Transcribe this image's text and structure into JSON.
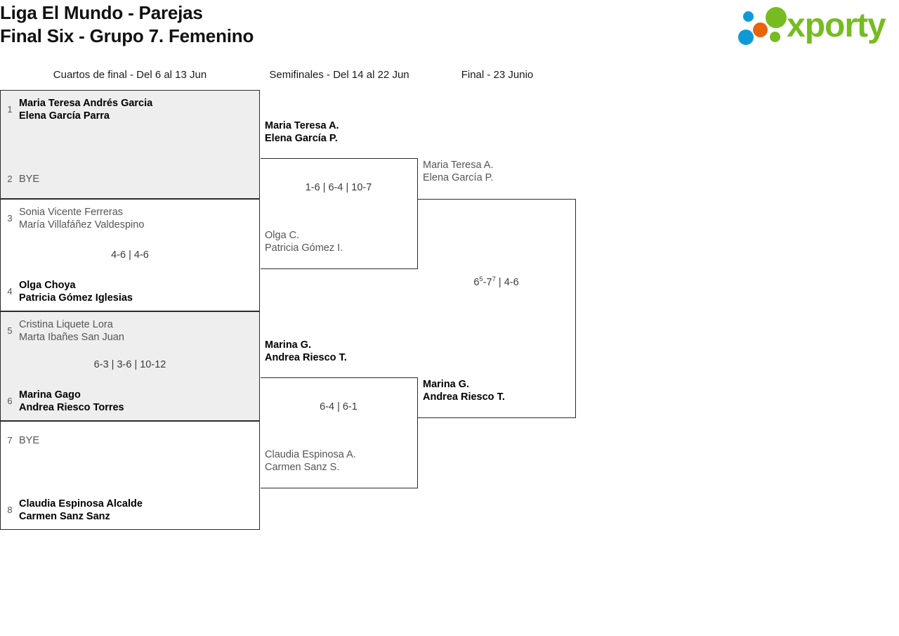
{
  "header": {
    "title": "Liga El Mundo - Parejas\nFinal Six - Grupo 7. Femenino",
    "logo": {
      "wordmark": "xporty",
      "green": "#76bc21",
      "blue": "#0f9ad7",
      "orange": "#e8640c"
    }
  },
  "rounds": [
    {
      "label": "Cuartos de final - Del 6 al 13 Jun"
    },
    {
      "label": "Semifinales - Del 14 al 22 Jun"
    },
    {
      "label": "Final - 23 Junio"
    }
  ],
  "quarterfinals": [
    {
      "shaded": true,
      "top": {
        "seed": "1",
        "players": "Maria Teresa Andrés Garcia\nElena García Parra",
        "winner": true
      },
      "bottom": {
        "seed": "2",
        "players": "BYE",
        "winner": false
      },
      "score": ""
    },
    {
      "shaded": false,
      "top": {
        "seed": "3",
        "players": "Sonia Vicente Ferreras\nMaría Villafáñez Valdespino",
        "winner": false
      },
      "bottom": {
        "seed": "4",
        "players": "Olga Choya\nPatricia Gómez Iglesias",
        "winner": true
      },
      "score": "4-6 | 4-6"
    },
    {
      "shaded": true,
      "top": {
        "seed": "5",
        "players": "Cristina Liquete Lora\nMarta Ibañes San Juan",
        "winner": false
      },
      "bottom": {
        "seed": "6",
        "players": "Marina Gago\nAndrea Riesco Torres",
        "winner": true
      },
      "score": "6-3 | 3-6 | 10-12"
    },
    {
      "shaded": false,
      "top": {
        "seed": "7",
        "players": "BYE",
        "winner": false
      },
      "bottom": {
        "seed": "8",
        "players": "Claudia Espinosa Alcalde\nCarmen Sanz Sanz",
        "winner": true
      },
      "score": ""
    }
  ],
  "semifinals": [
    {
      "top": {
        "players": "Maria Teresa A.\nElena García P.",
        "winner": true
      },
      "bottom": {
        "players": "Olga C.\nPatricia Gómez I.",
        "winner": false
      },
      "score": "1-6 | 6-4 | 10-7"
    },
    {
      "top": {
        "players": "Marina G.\nAndrea Riesco T.",
        "winner": true
      },
      "bottom": {
        "players": "Claudia Espinosa A.\nCarmen Sanz S.",
        "winner": false
      },
      "score": "6-4 | 6-1"
    }
  ],
  "final": {
    "top": {
      "players": "Maria Teresa A.\nElena García P.",
      "winner": false
    },
    "bottom": {
      "players": "Marina G.\nAndrea Riesco T.",
      "winner": true
    },
    "score_html": "6<sup>5</sup>-7<sup>7</sup> | 4-6",
    "score_text": "65-77 | 4-6"
  }
}
